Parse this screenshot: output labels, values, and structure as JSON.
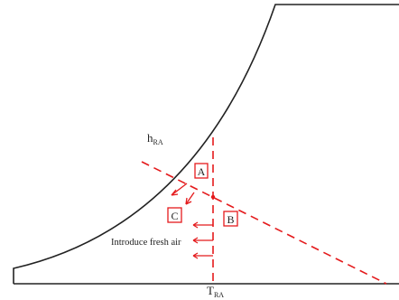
{
  "colors": {
    "outline": "#222222",
    "accent": "#e41a1c",
    "background": "#ffffff"
  },
  "labels": {
    "h_main": "h",
    "h_sub": "RA",
    "t_main": "T",
    "t_sub": "RA",
    "zone_a": "A",
    "zone_b": "B",
    "zone_c": "C",
    "fresh_air": "Introduce fresh air"
  }
}
